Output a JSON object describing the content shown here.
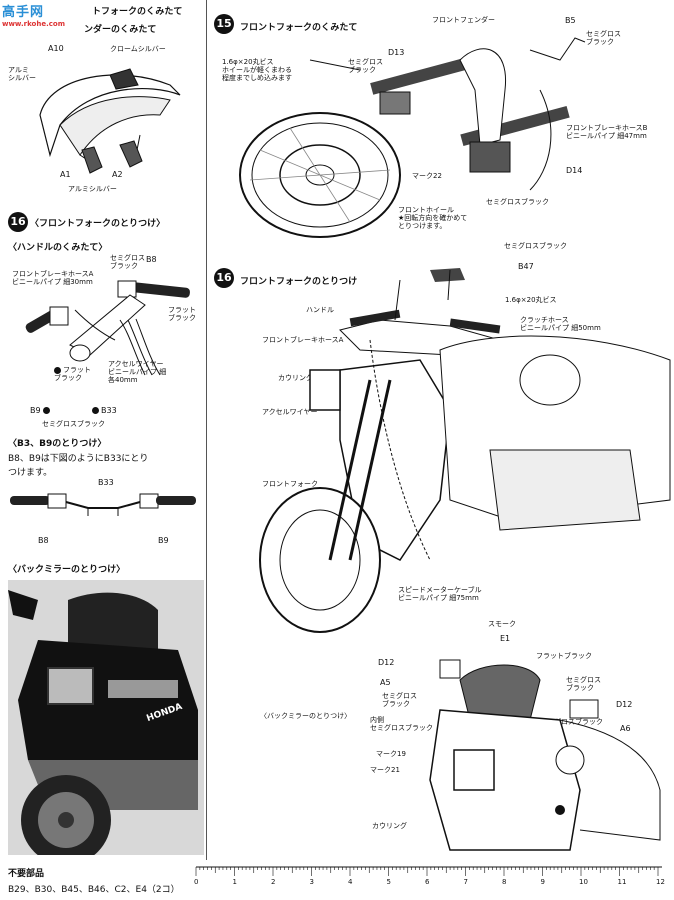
{
  "site_logo": {
    "line1": "高手网",
    "line2": "www.rkohe.com"
  },
  "left": {
    "fender_title": "ンダーのくみたて",
    "fork_title_prefix": "トフォークのくみたて",
    "labels": {
      "a10": "A10",
      "chrome_silver": "クロームシルバー",
      "alumi_silver": "アルミ\nシルバー",
      "a1": "A1",
      "a2": "A2",
      "alumi_silver2": "アルミシルバー"
    },
    "step16_title": "〈フロントフォークのとりつけ〉",
    "handle_title": "〈ハンドルのくみたて〉",
    "handle_labels": {
      "semigloss_black": "セミグロス\nブラック",
      "b8": "B8",
      "brake_hose_a": "フロントブレーキホースA\nビニールパイプ 細30mm",
      "flat_black": "フラット\nブラック",
      "accel_wire": "アクセルワイヤー\nビニールパイプ 細\n各40mm",
      "flat_black2": "フラット\nブラック",
      "semigloss_black2": "セミグロスブラック",
      "b9": "B9",
      "b33": "B33"
    },
    "b3b9_title": "〈B3、B9のとりつけ〉",
    "b3b9_text": "B8、B9は下図のようにB33にとり\nつけます。",
    "b33_label": "B33",
    "b8_label": "B8",
    "b9_label": "B9",
    "mirror_title": "〈バックミラーのとりつけ〉",
    "photo_text": "HONDA"
  },
  "right": {
    "step15": {
      "number": "15",
      "title": "フロントフォークのくみたて",
      "front_fender": "フロントフェンダー",
      "b5": "B5",
      "semigloss_black": "セミグロス\nブラック",
      "screw_note": "1.6φ×20丸ビス\nホイールが軽くまわる\n程度までしめ込みます",
      "d13": "D13",
      "semigloss_black2": "セミグロス\nブラック",
      "brake_hose_b": "フロントブレーキホースB\nビニールパイプ 細47mm",
      "mark22": "マーク22",
      "d14": "D14",
      "semigloss_black3": "セミグロスブラック",
      "front_wheel": "フロントホイール\n★回転方向を確かめて\nとりつけます。"
    },
    "step16": {
      "number": "16",
      "title": "フロントフォークのとりつけ",
      "semigloss_black": "セミグロスブラック",
      "b47": "B47",
      "screw": "1.6φ×20丸ビス",
      "handle": "ハンドル",
      "brake_hose_a": "フロントブレーキホースA",
      "clutch_hose": "クラッチホース\nビニールパイプ 細50mm",
      "cowling": "カウリング",
      "accel_wire": "アクセルワイヤー",
      "front_fork": "フロントフォーク",
      "speedo_cable": "スピードメーターケーブル\nビニールパイプ 細75mm"
    },
    "mirror": {
      "smoke": "スモーク",
      "e1": "E1",
      "flat_black": "フラットブラック",
      "d12_left": "D12",
      "a5": "A5",
      "semigloss_black": "セミグロス\nブラック",
      "semigloss_black2": "セミグロス\nブラック",
      "title": "〈バックミラーのとりつけ〉",
      "inner": "内側\nセミグロスブラック",
      "semigloss_black3": "セミグロスブラック",
      "d12_right": "D12",
      "a6": "A6",
      "mark19": "マーク19",
      "mark21": "マーク21",
      "cowling": "カウリング"
    }
  },
  "footer": {
    "unused_title": "不要部品",
    "unused_parts": "B29、B30、B45、B46、C2、E4（2コ）",
    "ruler_numbers": [
      "0",
      "1",
      "2",
      "3",
      "4",
      "5",
      "6",
      "7",
      "8",
      "9",
      "10",
      "11",
      "12"
    ]
  }
}
